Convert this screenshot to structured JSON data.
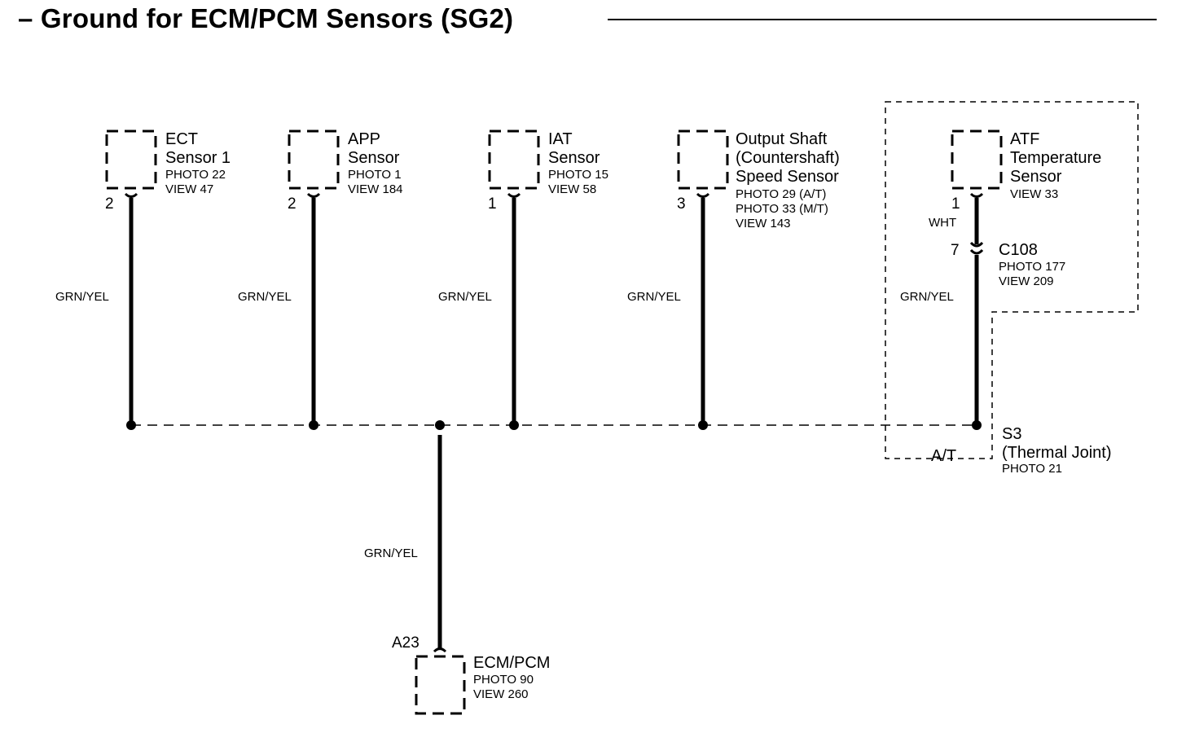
{
  "title": "– Ground for ECM/PCM Sensors (SG2)",
  "components": {
    "ect": {
      "name_lines": [
        "ECT",
        "Sensor 1"
      ],
      "refs": [
        "PHOTO 22",
        "VIEW 47"
      ],
      "pin": "2"
    },
    "app": {
      "name_lines": [
        "APP",
        "Sensor"
      ],
      "refs": [
        "PHOTO 1",
        "VIEW 184"
      ],
      "pin": "2"
    },
    "iat": {
      "name_lines": [
        "IAT",
        "Sensor"
      ],
      "refs": [
        "PHOTO 15",
        "VIEW 58"
      ],
      "pin": "1"
    },
    "oss": {
      "name_lines": [
        "Output Shaft",
        "(Countershaft)",
        "Speed Sensor"
      ],
      "refs": [
        "PHOTO 29 (A/T)",
        "PHOTO 33 (M/T)",
        "VIEW 143"
      ],
      "pin": "3"
    },
    "atf": {
      "name_lines": [
        "ATF",
        "Temperature",
        "Sensor"
      ],
      "refs": [
        "VIEW 33"
      ],
      "pin": "1"
    },
    "ecm": {
      "name_lines": [
        "ECM/PCM"
      ],
      "refs": [
        "PHOTO 90",
        "VIEW 260"
      ],
      "pin": "A23"
    }
  },
  "connector_c108": {
    "name": "C108",
    "refs": [
      "PHOTO 177",
      "VIEW 209"
    ],
    "pin": "7"
  },
  "splice_s3": {
    "name_lines": [
      "S3",
      "(Thermal Joint)"
    ],
    "refs": [
      "PHOTO 21"
    ]
  },
  "wire_colors": {
    "main": "GRN/YEL",
    "atf_lead": "WHT"
  },
  "region_label": "A/T"
}
